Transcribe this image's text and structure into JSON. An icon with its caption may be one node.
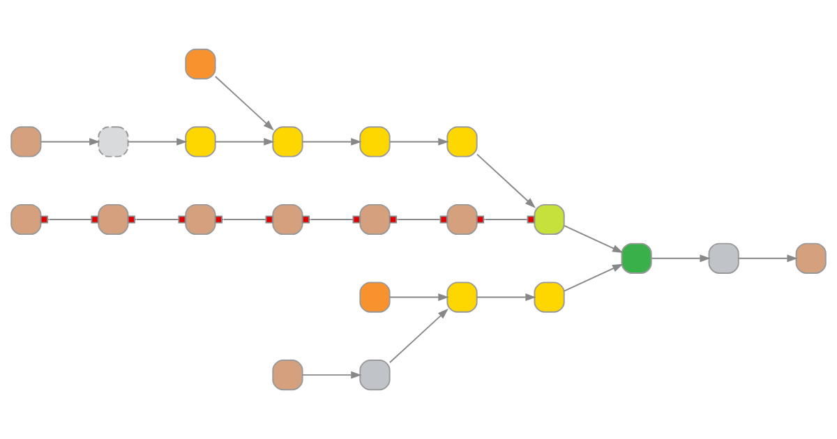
{
  "diagram": {
    "nodes": [
      {
        "text": [],
        "shape": "box"
      },
      {
        "text": [],
        "shape": "box"
      },
      {
        "text": [],
        "shape": "box"
      },
      {
        "text": [],
        "shape": "box"
      },
      {
        "text": [],
        "shape": "box"
      },
      {
        "text": [],
        "shape": "box"
      },
      {
        "text": [],
        "shape": "box"
      },
      {
        "text": [],
        "shape": "box"
      },
      {
        "text": [],
        "shape": "box"
      },
      {
        "text": [],
        "shape": "box"
      },
      {
        "text": [],
        "shape": "box"
      },
      {
        "text": [],
        "shape": "box"
      },
      {
        "text": [],
        "shape": "box"
      },
      {
        "text": [],
        "shape": "box"
      },
      {
        "text": [],
        "shape": "box"
      },
      {
        "text": [],
        "shape": "box"
      },
      {
        "text": [],
        "shape": "box"
      },
      {
        "text": [],
        "shape": "box"
      },
      {
        "text": [],
        "shape": "box"
      },
      {
        "text": [],
        "shape": "box"
      },
      {
        "text": [],
        "shape": "box"
      },
      {
        "text": [],
        "shape": "box"
      }
    ],
    "edges": [
      {
        "from": 0,
        "to": 1,
        "arrow": "other"
      },
      {
        "from": 1,
        "to": 2,
        "arrow": "other"
      },
      {
        "from": 2,
        "to": 3,
        "arrow": "other"
      },
      {
        "from": 3,
        "to": 4,
        "arrow": "other"
      },
      {
        "from": 4,
        "to": 5,
        "arrow": "other"
      },
      {
        "from": 5,
        "to": 13,
        "arrow": "other"
      },
      {
        "from": 6,
        "to": 7,
        "arrow": "to"
      },
      {
        "from": 7,
        "to": 8,
        "arrow": "to"
      },
      {
        "from": 8,
        "to": 10,
        "arrow": "to"
      },
      {
        "from": 9,
        "to": 10,
        "arrow": "to"
      },
      {
        "from": 10,
        "to": 11,
        "arrow": "to"
      },
      {
        "from": 11,
        "to": 12,
        "arrow": "to"
      },
      {
        "from": 12,
        "to": 13,
        "arrow": "to"
      },
      {
        "from": 13,
        "to": 14,
        "arrow": "to"
      },
      {
        "from": 14,
        "to": 15,
        "arrow": "to"
      },
      {
        "from": 15,
        "to": 16,
        "arrow": "to"
      },
      {
        "from": 17,
        "to": 18,
        "arrow": "to"
      },
      {
        "from": 18,
        "to": 20,
        "arrow": "to"
      },
      {
        "from": 19,
        "to": 20,
        "arrow": "to"
      },
      {
        "from": 20,
        "to": 21,
        "arrow": "to"
      },
      {
        "from": 21,
        "to": 14,
        "arrow": "to"
      }
    ]
  }
}
